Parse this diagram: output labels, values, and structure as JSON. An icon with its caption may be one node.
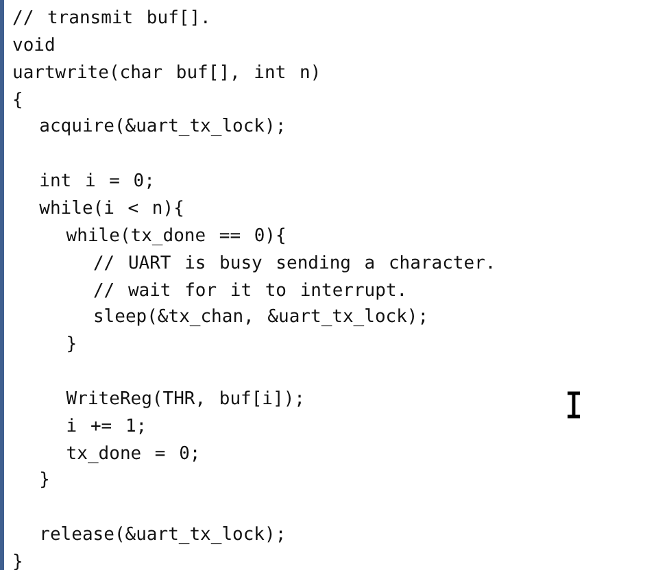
{
  "diagram": {
    "labels": [
      "// transmit buf[].",
      "void",
      "uartwrite(char buf[], int n)",
      "{",
      "  acquire(&uart_tx_lock);",
      "  int i = 0;",
      "  while(i < n){",
      "    while(tx_done == 0){",
      "      // UART is busy sending a character.",
      "      // wait for it to interrupt.",
      "      sleep(&tx_chan, &uart_tx_lock);",
      "    }",
      "    WriteReg(THR, buf[i]);",
      "    i += 1;",
      "    tx_done = 0;",
      "  }",
      "  release(&uart_tx_lock);",
      "}"
    ]
  }
}
